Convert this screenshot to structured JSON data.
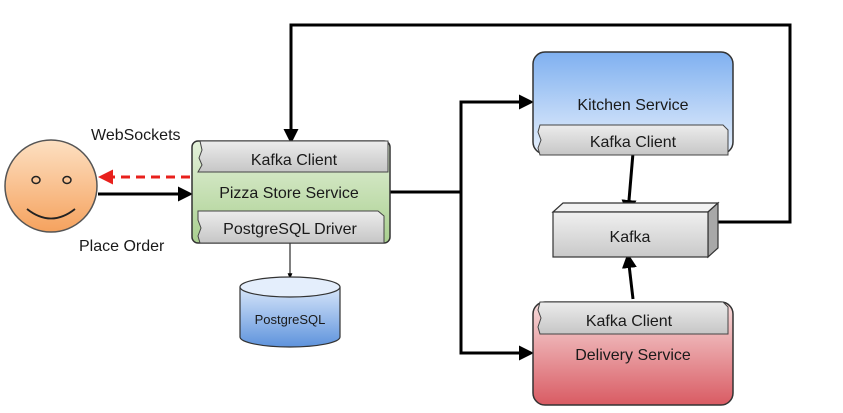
{
  "labels": {
    "websockets": "WebSockets",
    "place_order": "Place Order"
  },
  "pizza_store": {
    "kafka_client": "Kafka Client",
    "name": "Pizza Store Service",
    "postgres_driver": "PostgreSQL Driver"
  },
  "postgres_db": {
    "name": "PostgreSQL"
  },
  "kitchen": {
    "name": "Kitchen Service",
    "kafka_client": "Kafka Client"
  },
  "kafka": {
    "name": "Kafka"
  },
  "delivery": {
    "kafka_client": "Kafka Client",
    "name": "Delivery Service"
  },
  "colors": {
    "smiley": "#f8b47a",
    "pizza_store": "#b9d8a4",
    "kitchen": "#8fb8ee",
    "delivery": "#e07b80",
    "kafka": "#d6d6d6",
    "client_tab": "#d2d2d2",
    "database": "#6f9fe0",
    "websocket_arrow": "#e8201c"
  }
}
